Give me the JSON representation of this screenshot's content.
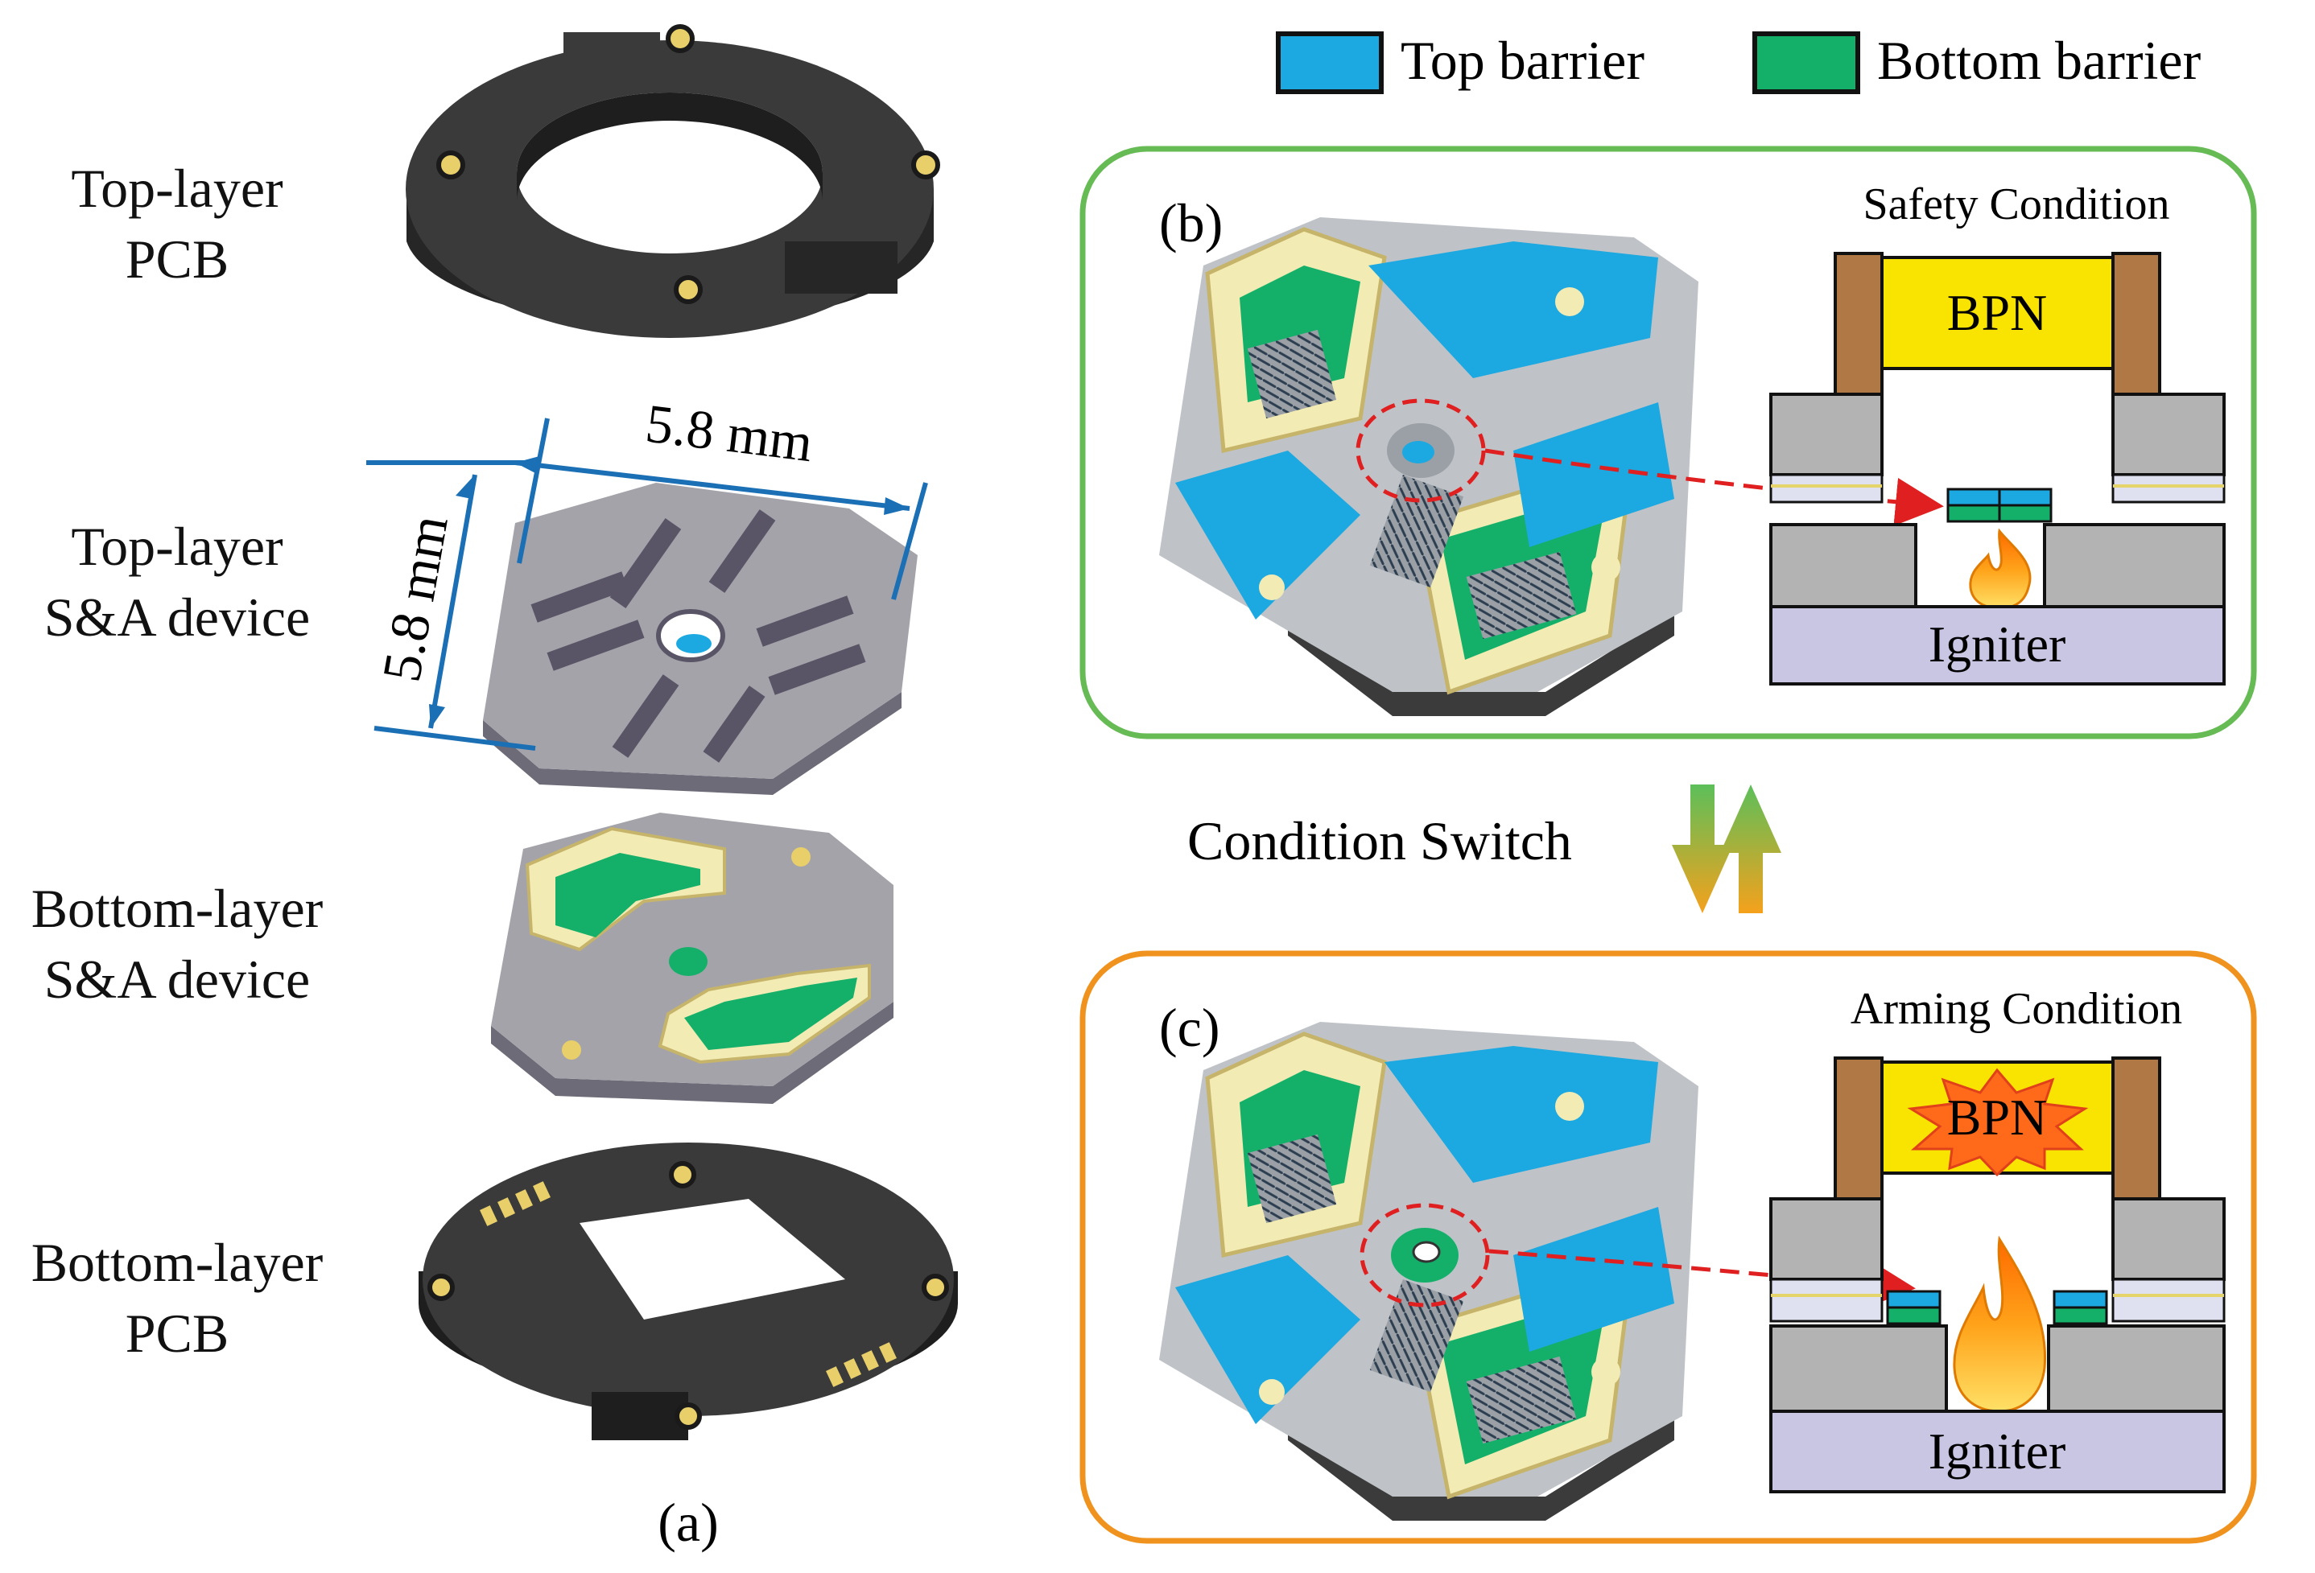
{
  "legend": {
    "top_barrier": "Top barrier",
    "bottom_barrier": "Bottom barrier",
    "top_barrier_color": "#1ca8e0",
    "bottom_barrier_color": "#14b06a"
  },
  "left_labels": [
    {
      "line1": "Top-layer",
      "line2": "PCB"
    },
    {
      "line1": "Top-layer",
      "line2": "S&A device"
    },
    {
      "line1": "Bottom-layer",
      "line2": "S&A device"
    },
    {
      "line1": "Bottom-layer",
      "line2": "PCB"
    }
  ],
  "dimensions": {
    "width": "5.8 mm",
    "height": "5.8 mm"
  },
  "caption_a": "(a)",
  "panel_b": {
    "tag": "(b)",
    "title": "Safety Condition",
    "bpn": "BPN",
    "igniter": "Igniter",
    "border_color": "#66bb55"
  },
  "panel_c": {
    "tag": "(c)",
    "title": "Arming Condition",
    "bpn": "BPN",
    "igniter": "Igniter",
    "border_color": "#f0921e"
  },
  "switch_label": "Condition Switch"
}
